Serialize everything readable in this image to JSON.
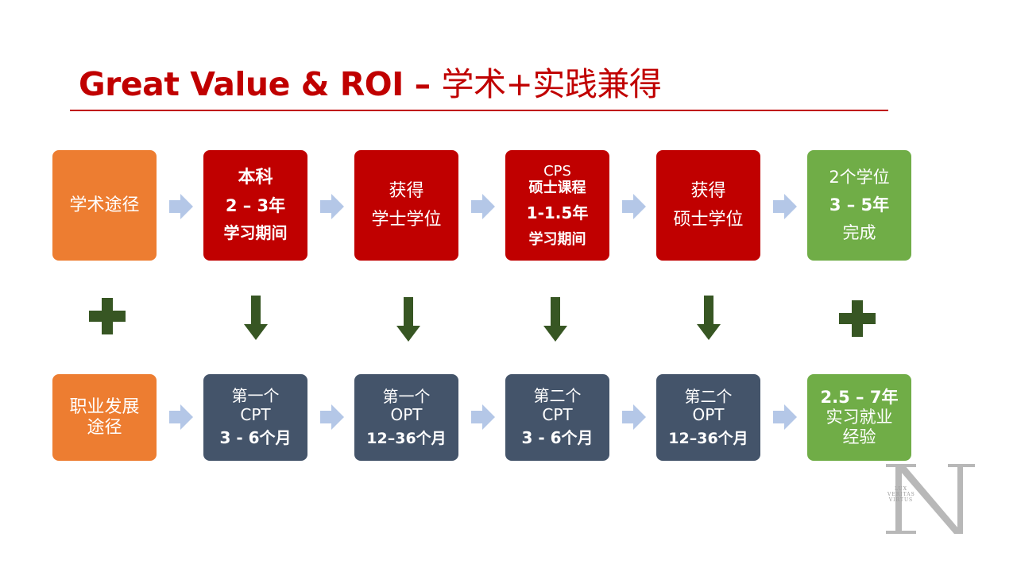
{
  "title": {
    "main": "Great Value & ROI – ",
    "zh": "学术+实践兼得"
  },
  "academic": {
    "label": "学术途径",
    "step1": {
      "line1": "本科",
      "line2": "2 – 3年",
      "line3": "学习期间"
    },
    "step2": {
      "line1": "获得",
      "line2": "学士学位"
    },
    "step3": {
      "line1": "CPS",
      "line2": "硕士课程",
      "line3": "1-1.5年",
      "line4": "学习期间"
    },
    "step4": {
      "line1": "获得",
      "line2": "硕士学位"
    },
    "result": {
      "line1": "2个学位",
      "line2": "3 – 5年",
      "line3": "完成"
    }
  },
  "career": {
    "label_line1": "职业发展",
    "label_line2": "途径",
    "step1": {
      "line1": "第一个",
      "line2": "CPT",
      "line3": "3 - 6个月"
    },
    "step2": {
      "line1": "第一个",
      "line2": "OPT",
      "line3": "12–36个月"
    },
    "step3": {
      "line1": "第二个",
      "line2": "CPT",
      "line3": "3 - 6个月"
    },
    "step4": {
      "line1": "第二个",
      "line2": "OPT",
      "line3": "12–36个月"
    },
    "result": {
      "line1": "2.5 – 7年",
      "line2": "实习就业",
      "line3": "经验"
    }
  },
  "logo": {
    "crest_line1": "LUX",
    "crest_line2": "VERITAS",
    "crest_line3": "VIRTUS"
  },
  "colors": {
    "title_red": "#c00000",
    "orange": "#ed7d31",
    "red": "#c00000",
    "navy": "#44546a",
    "green": "#70ad47",
    "arrow_blue": "#b4c7e7",
    "dark_green": "#375623"
  },
  "icons": {
    "right_arrow": "right-arrow-icon",
    "down_arrow": "down-arrow-icon",
    "plus": "plus-icon",
    "logo": "northeastern-n-logo"
  }
}
